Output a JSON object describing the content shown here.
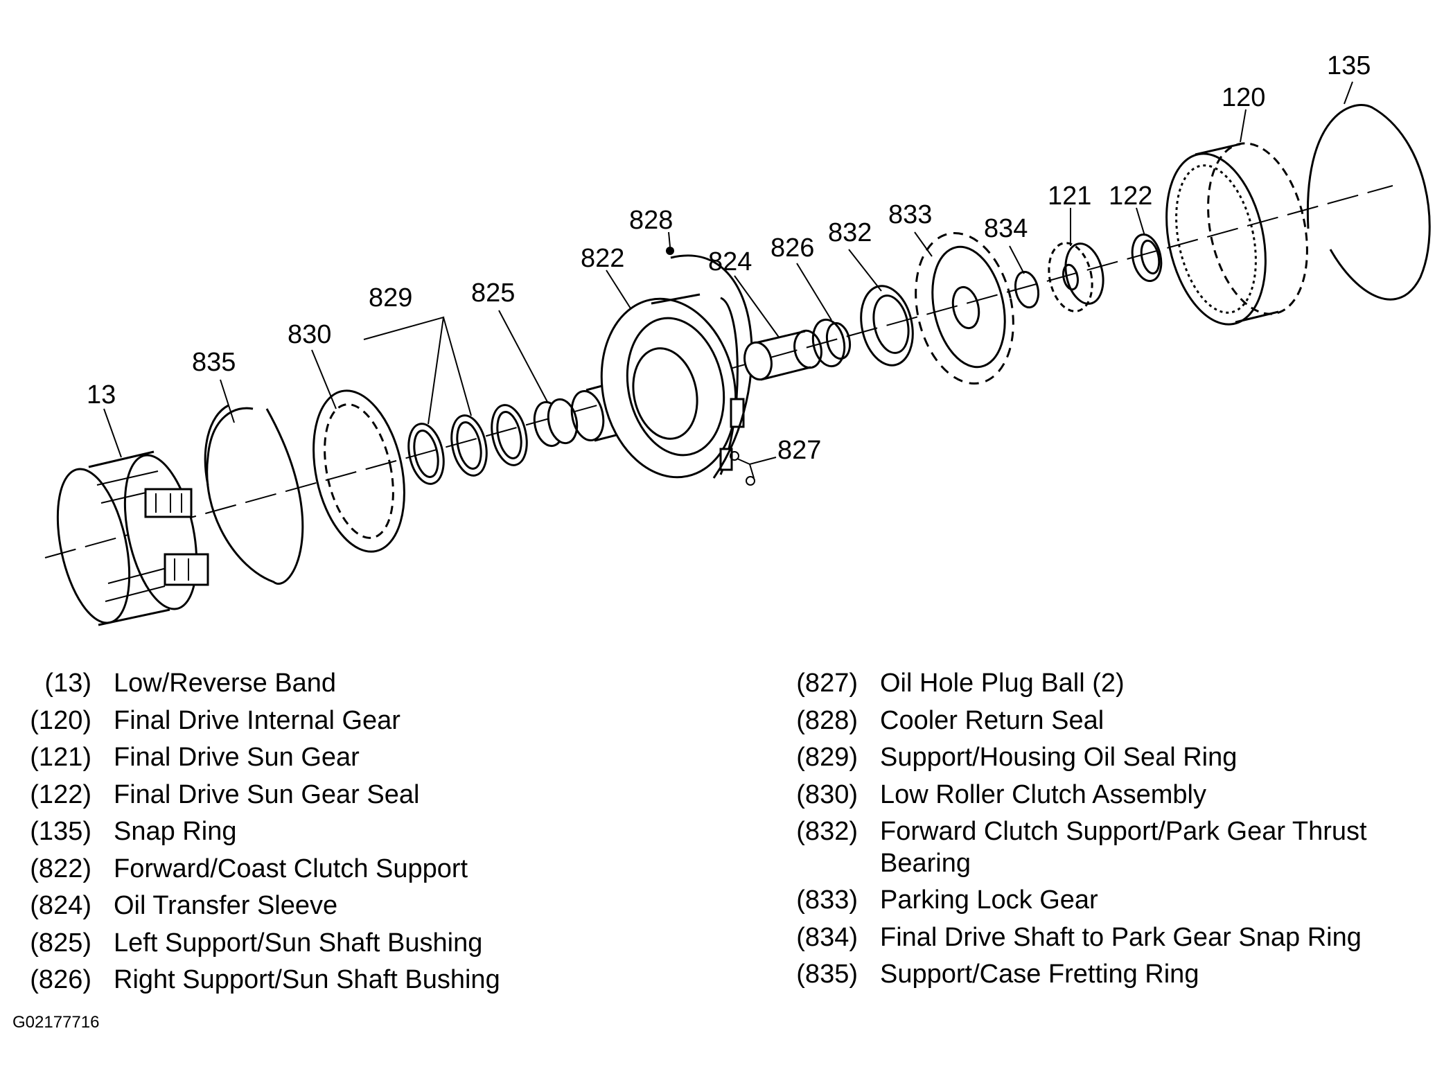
{
  "callouts": {
    "c13": "13",
    "c835": "835",
    "c830": "830",
    "c829": "829",
    "c825": "825",
    "c822": "822",
    "c828": "828",
    "c824": "824",
    "c826": "826",
    "c832": "832",
    "c833": "833",
    "c834": "834",
    "c121": "121",
    "c122": "122",
    "c120": "120",
    "c135": "135",
    "c827": "827"
  },
  "legend": {
    "left": [
      {
        "num": "(13)",
        "desc": "Low/Reverse Band"
      },
      {
        "num": "(120)",
        "desc": "Final Drive Internal Gear"
      },
      {
        "num": "(121)",
        "desc": "Final Drive Sun Gear"
      },
      {
        "num": "(122)",
        "desc": "Final Drive Sun Gear Seal"
      },
      {
        "num": "(135)",
        "desc": "Snap Ring"
      },
      {
        "num": "(822)",
        "desc": "Forward/Coast Clutch Support"
      },
      {
        "num": "(824)",
        "desc": "Oil Transfer Sleeve"
      },
      {
        "num": "(825)",
        "desc": "Left Support/Sun Shaft Bushing"
      },
      {
        "num": "(826)",
        "desc": "Right Support/Sun Shaft Bushing"
      }
    ],
    "right": [
      {
        "num": "(827)",
        "desc": "Oil Hole Plug Ball (2)"
      },
      {
        "num": "(828)",
        "desc": "Cooler Return Seal"
      },
      {
        "num": "(829)",
        "desc": "Support/Housing Oil Seal Ring"
      },
      {
        "num": "(830)",
        "desc": "Low Roller Clutch Assembly"
      },
      {
        "num": "(832)",
        "desc": "Forward Clutch Support/Park Gear Thrust Bearing"
      },
      {
        "num": "(833)",
        "desc": "Parking Lock Gear"
      },
      {
        "num": "(834)",
        "desc": "Final Drive Shaft to Park Gear Snap Ring"
      },
      {
        "num": "(835)",
        "desc": "Support/Case Fretting Ring"
      }
    ]
  },
  "figure_id": "G02177716"
}
